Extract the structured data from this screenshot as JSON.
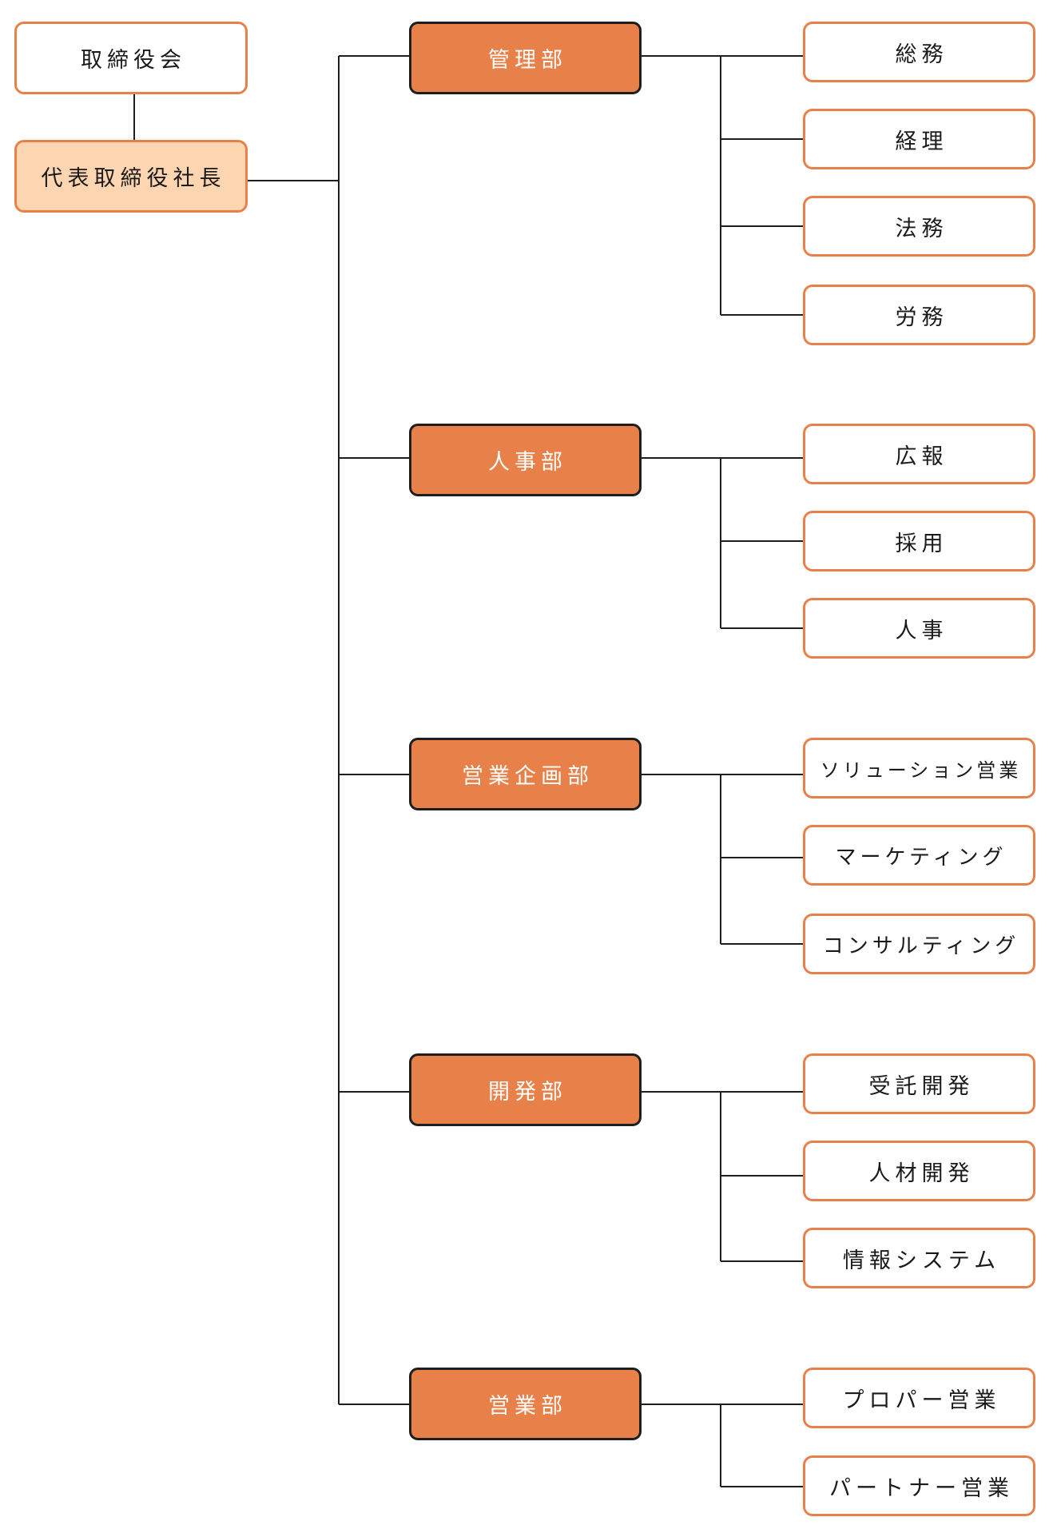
{
  "board": "取締役会",
  "president": "代表取締役社長",
  "departments": [
    {
      "name": "管理部",
      "sections": [
        "総務",
        "経理",
        "法務",
        "労務"
      ]
    },
    {
      "name": "人事部",
      "sections": [
        "広報",
        "採用",
        "人事"
      ]
    },
    {
      "name": "営業企画部",
      "sections": [
        "ソリューション営業",
        "マーケティング",
        "コンサルティング"
      ]
    },
    {
      "name": "開発部",
      "sections": [
        "受託開発",
        "人材開発",
        "情報システム"
      ]
    },
    {
      "name": "営業部",
      "sections": [
        "プロパー営業",
        "パートナー営業"
      ]
    }
  ],
  "colors": {
    "accent": "#E8804A",
    "president_fill": "#FDD5B1",
    "department_border": "#1e1e1e"
  }
}
